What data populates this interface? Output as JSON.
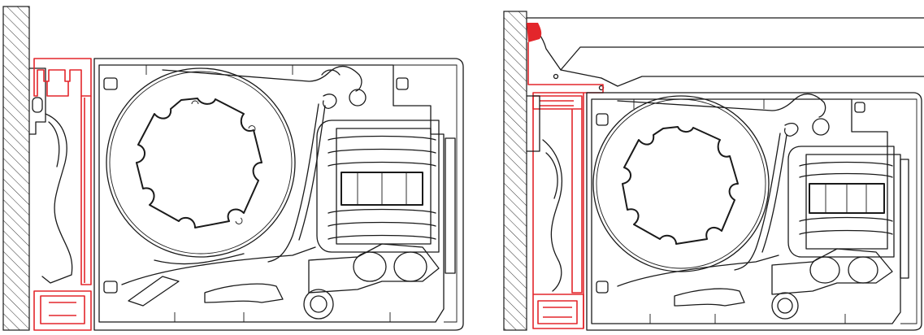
{
  "figure": {
    "panels": [
      {
        "id": "left-section",
        "variant": "wall-mounted"
      },
      {
        "id": "right-section",
        "variant": "wall-mounted-with-ceiling-profile"
      }
    ],
    "colors": {
      "line": "#1a1a1a",
      "highlight": "#e3262b",
      "wall_hatch": "#1a1a1a",
      "background": "#ffffff"
    }
  }
}
